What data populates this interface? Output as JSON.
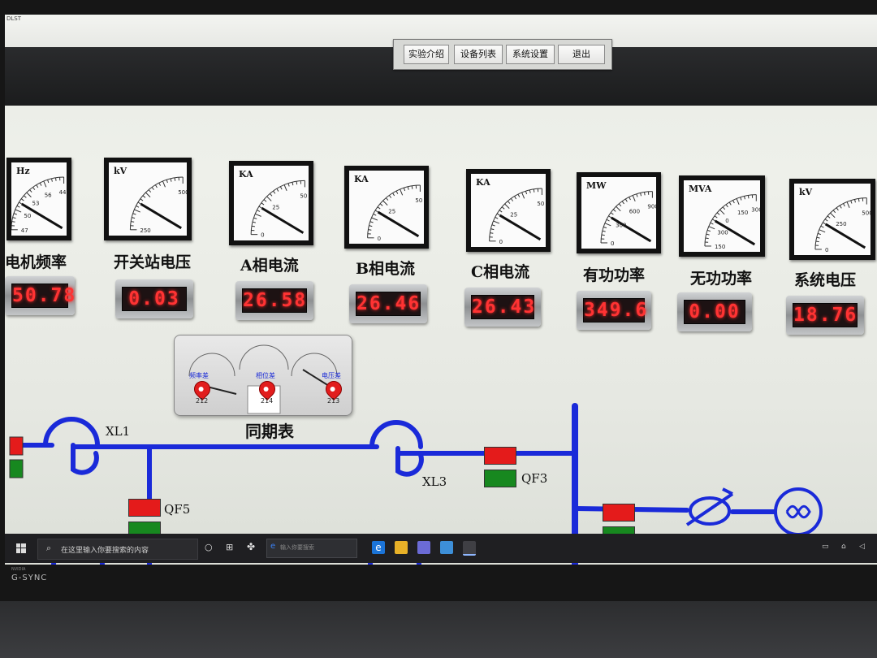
{
  "window": {
    "title": "DLST"
  },
  "menu": {
    "items": [
      "实验介绍",
      "设备列表",
      "系统设置",
      "退出"
    ]
  },
  "meters": [
    {
      "label": "电机频率",
      "unit": "Hz",
      "ticks": [
        "47",
        "50",
        "53",
        "56",
        "44"
      ],
      "display": "50.78"
    },
    {
      "label": "开关站电压",
      "unit": "kV",
      "ticks": [
        "250",
        "500"
      ],
      "display": "0.03"
    },
    {
      "label": "A相电流",
      "unit": "KA",
      "ticks": [
        "0",
        "25",
        "50"
      ],
      "display": "26.58"
    },
    {
      "label": "B相电流",
      "unit": "KA",
      "ticks": [
        "0",
        "25",
        "50"
      ],
      "display": "26.46"
    },
    {
      "label": "C相电流",
      "unit": "KA",
      "ticks": [
        "0",
        "25",
        "50"
      ],
      "display": "26.43"
    },
    {
      "label": "有功功率",
      "unit": "MW",
      "ticks": [
        "0",
        "300",
        "600",
        "900"
      ],
      "display": "349.6"
    },
    {
      "label": "无功功率",
      "unit": "MVA",
      "ticks": [
        "150",
        "300",
        "0",
        "150",
        "300"
      ],
      "display": "0.00"
    },
    {
      "label": "系统电压",
      "unit": "kV",
      "ticks": [
        "0",
        "250",
        "500"
      ],
      "display": "18.76"
    }
  ],
  "sync_meter": {
    "label": "同期表",
    "pins": [
      {
        "label": "频率差",
        "value": "212"
      },
      {
        "label": "相位差",
        "value": "214"
      },
      {
        "label": "电压差",
        "value": "213"
      }
    ]
  },
  "diagram": {
    "labels": {
      "xl1": "XL1",
      "xl3": "XL3",
      "qf3": "QF3",
      "qf5": "QF5"
    }
  },
  "taskbar": {
    "search_placeholder": "在这里输入你要搜索的内容",
    "address_placeholder": "输入你要搜索"
  },
  "bezel": {
    "brand": "NVIDIA",
    "badge": "G-SYNC"
  },
  "colors": {
    "bus_line": "#1a2ad9",
    "display_digits": "#ff3333",
    "breaker_closed": "#e41b1b",
    "breaker_open": "#17881f"
  }
}
